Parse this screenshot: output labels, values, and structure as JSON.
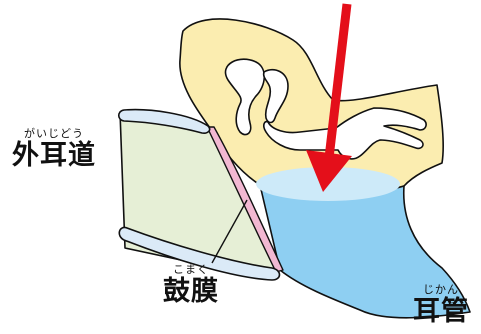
{
  "labels": {
    "ear_canal": {
      "ruby": "がいじどう",
      "text": "外耳道"
    },
    "eardrum": {
      "ruby": "こまく",
      "text": "鼓膜"
    },
    "eustachian": {
      "ruby": "じかん",
      "text": "耳管"
    }
  },
  "colors": {
    "ear_canal_fill": "#e6efd6",
    "middle_ear_fill": "#fbedb0",
    "eustachian_fill": "#8ecff2",
    "eardrum_fill": "#f2b8d2",
    "canal_wall_fill": "#dbeaf7",
    "outline": "#111111",
    "arrow": "#e40f1a"
  }
}
